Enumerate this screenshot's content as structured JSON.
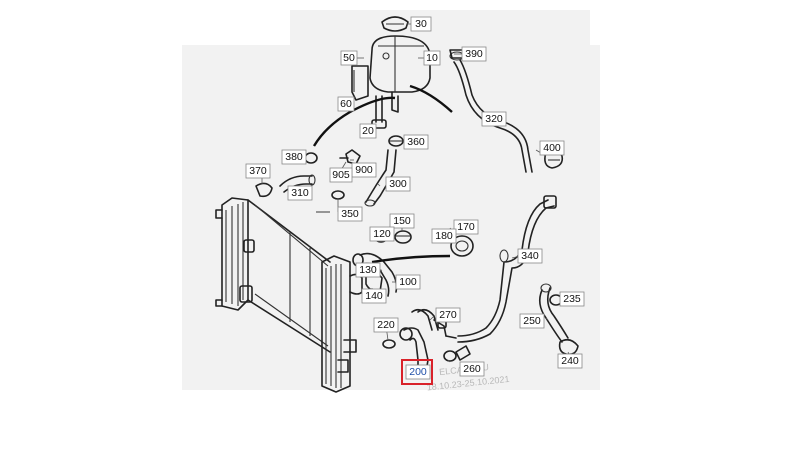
{
  "diagram": {
    "callouts": [
      {
        "id": "30",
        "label": "30"
      },
      {
        "id": "50",
        "label": "50"
      },
      {
        "id": "10",
        "label": "10"
      },
      {
        "id": "390",
        "label": "390"
      },
      {
        "id": "60",
        "label": "60"
      },
      {
        "id": "20",
        "label": "20"
      },
      {
        "id": "320",
        "label": "320"
      },
      {
        "id": "360",
        "label": "360"
      },
      {
        "id": "380",
        "label": "380"
      },
      {
        "id": "400",
        "label": "400"
      },
      {
        "id": "370",
        "label": "370"
      },
      {
        "id": "900",
        "label": "900"
      },
      {
        "id": "905",
        "label": "905"
      },
      {
        "id": "310",
        "label": "310"
      },
      {
        "id": "300",
        "label": "300"
      },
      {
        "id": "350",
        "label": "350"
      },
      {
        "id": "150",
        "label": "150"
      },
      {
        "id": "170",
        "label": "170"
      },
      {
        "id": "120",
        "label": "120"
      },
      {
        "id": "180",
        "label": "180"
      },
      {
        "id": "340",
        "label": "340"
      },
      {
        "id": "130",
        "label": "130"
      },
      {
        "id": "100",
        "label": "100"
      },
      {
        "id": "140",
        "label": "140"
      },
      {
        "id": "235",
        "label": "235"
      },
      {
        "id": "270",
        "label": "270"
      },
      {
        "id": "250",
        "label": "250"
      },
      {
        "id": "220",
        "label": "220"
      },
      {
        "id": "240",
        "label": "240"
      },
      {
        "id": "260",
        "label": "260"
      },
      {
        "id": "200",
        "label": "200"
      }
    ],
    "highlighted_callout": "200",
    "watermark": {
      "line1": "ELCATS.RU",
      "line2": "18.10.23-25.10.2021"
    },
    "colors": {
      "highlight": "#d9222a",
      "highlight_text": "#1f4fa8",
      "line": "#222222",
      "background_panel": "#f2f2f2"
    }
  }
}
